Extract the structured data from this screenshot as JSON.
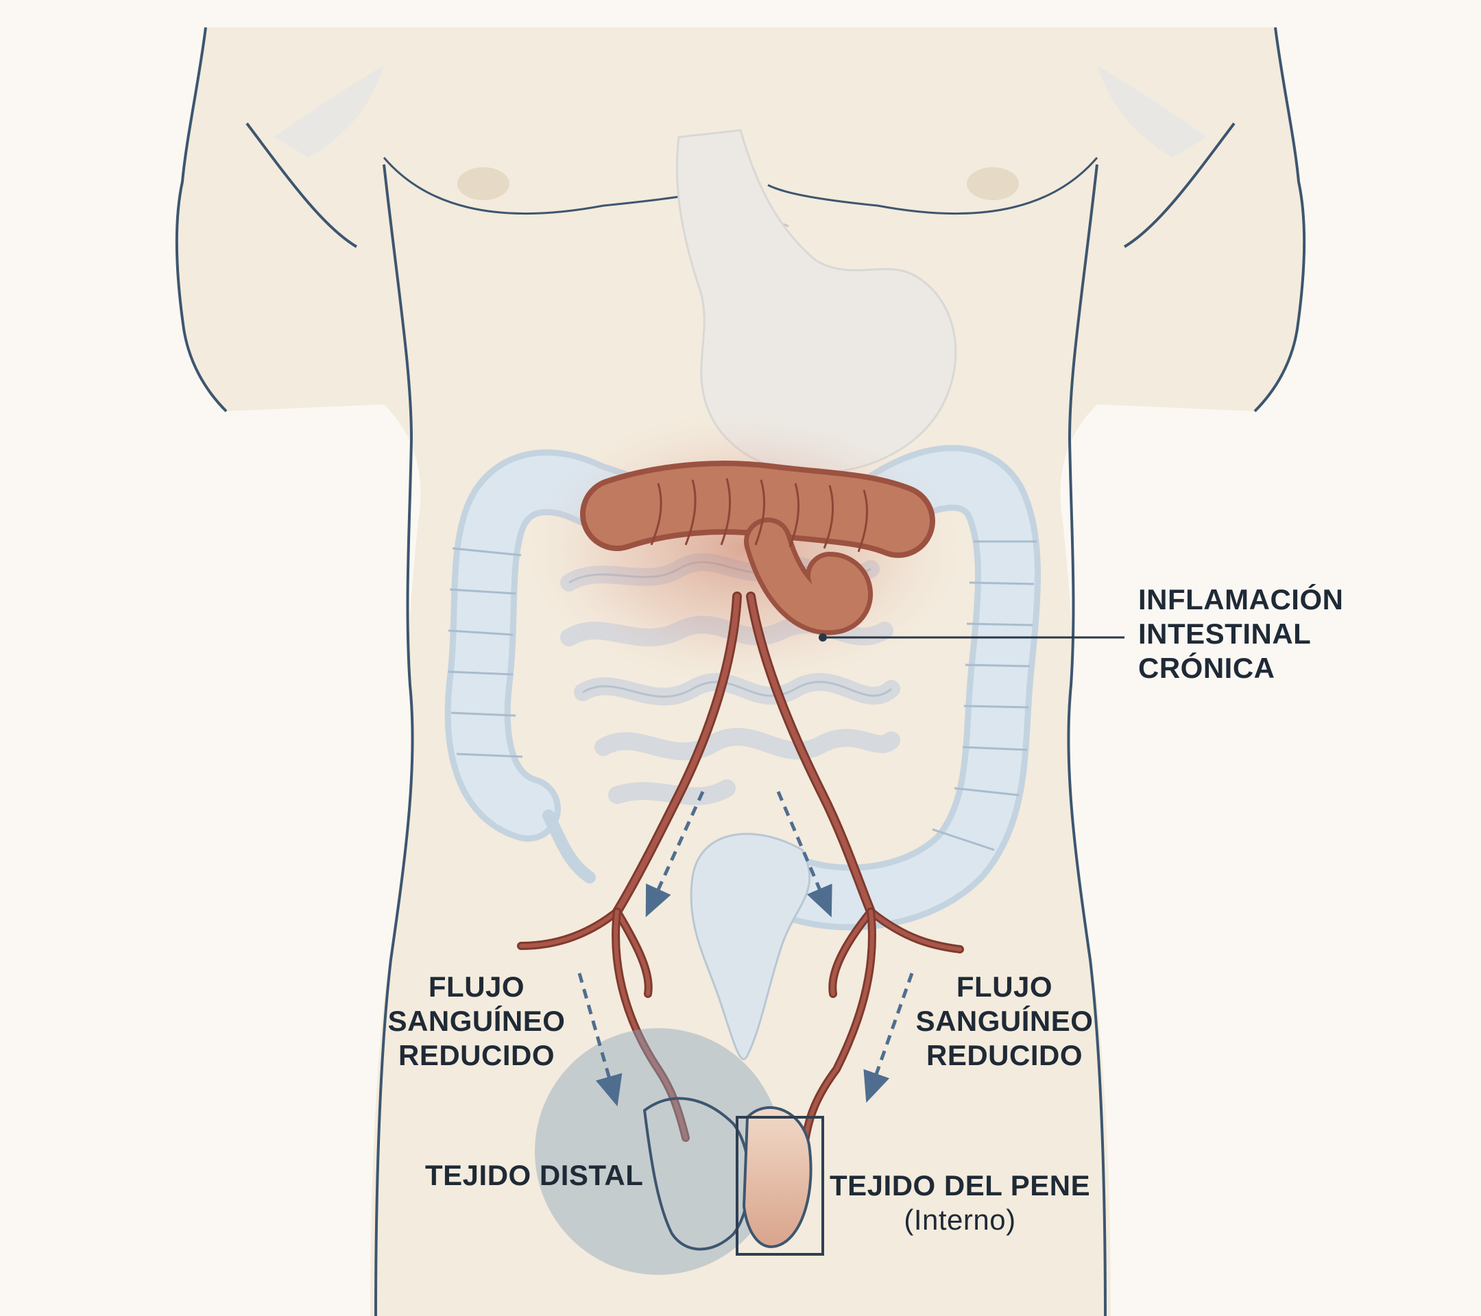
{
  "labels": {
    "inflammation": [
      "INFLAMACIÓN",
      "INTESTINAL",
      "CRÓNICA"
    ],
    "flow_left": [
      "FLUJO",
      "SANGUÍNEO",
      "REDUCIDO"
    ],
    "flow_right": [
      "FLUJO",
      "SANGUÍNEO",
      "REDUCIDO"
    ],
    "distal_tissue": "TEJIDO DISTAL",
    "penile_tissue": "TEJIDO DEL PENE",
    "penile_tissue_note": "(Interno)"
  },
  "colors": {
    "background": "#fbf8f3",
    "skin": "#f3ebdd",
    "outline": "#3d5670",
    "colon": "#dbe6ef",
    "inflamed": "#b86a52",
    "artery": "#9c4a3a",
    "arrow": "#4f6e8f",
    "distal_zone": "#8ea6bd",
    "text": "#1f2a36"
  },
  "icons": {
    "flow_arrow": "dashed-down-arrow",
    "penile_frame": "rectangle-outline"
  }
}
